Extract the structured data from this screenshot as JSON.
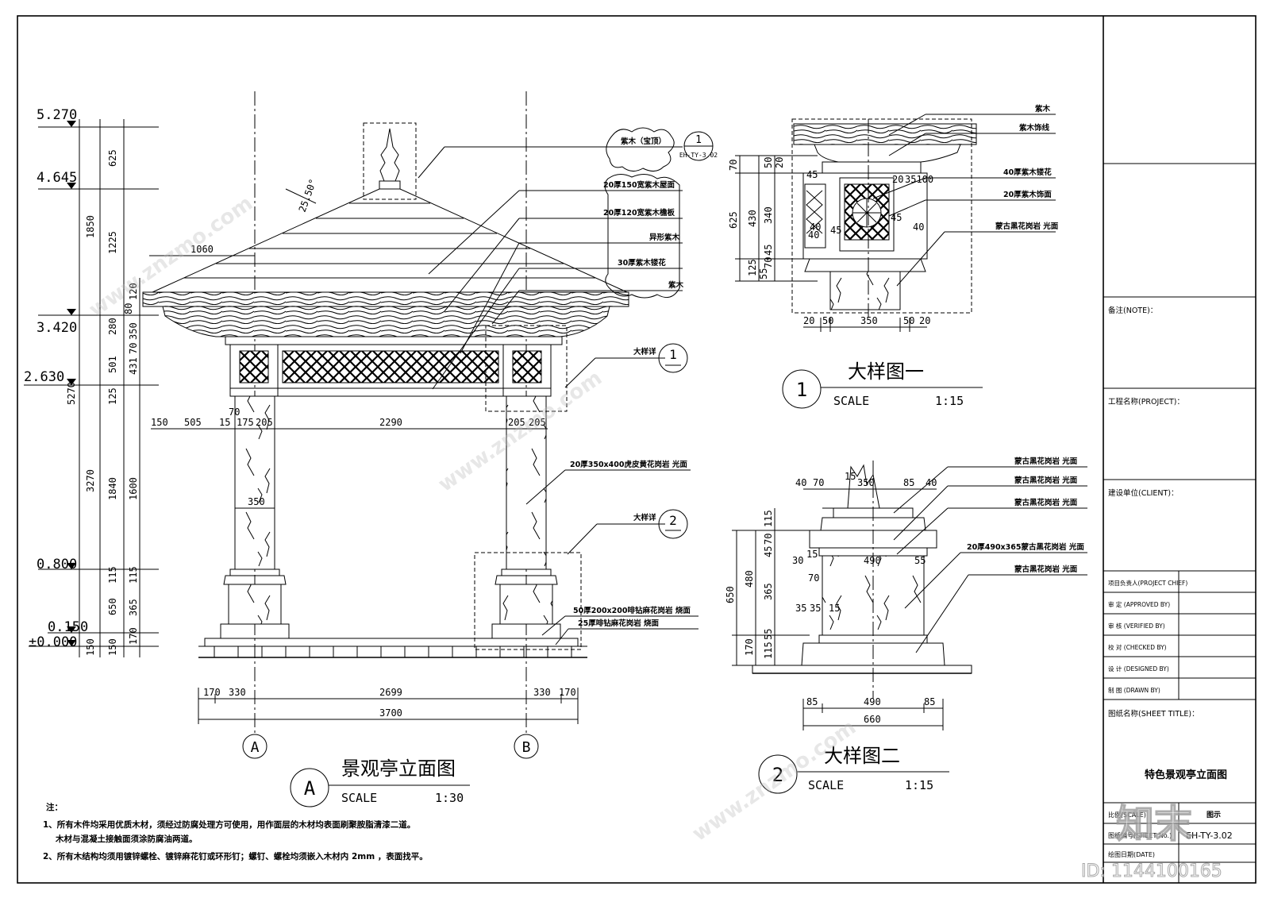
{
  "elevation": {
    "caption": "景观亭立面图",
    "marker": "A",
    "scale_label": "SCALE",
    "scale": "1:30",
    "levels": [
      "5.270",
      "4.645",
      "3.420",
      "2.630",
      "0.800",
      "0.150",
      "±0.000"
    ],
    "vert_outer": [
      "1850",
      "5270",
      "3270",
      "150"
    ],
    "vert_inner": [
      "625",
      "1225",
      "120",
      "80",
      "280",
      "501",
      "125",
      "1840",
      "115",
      "650",
      "150"
    ],
    "vert_inner2": [
      "350",
      "70",
      "431",
      "1600",
      "115",
      "365",
      "170"
    ],
    "roof_angle": "25.50°",
    "eave_dim": "1060",
    "top_dims": [
      "150",
      "505",
      "15",
      "70",
      "175",
      "205",
      "2290",
      "205",
      "205"
    ],
    "col_dim": "350",
    "bottom_dims": [
      "170",
      "330",
      "2699",
      "330",
      "170"
    ],
    "total_dim": "3700",
    "axes": [
      "A",
      "B"
    ],
    "callouts": [
      "紫木（宝顶）",
      "20厚150宽紫木屋面",
      "20厚120宽紫木檐板",
      "异形紫木",
      "30厚紫木镂花",
      "紫木",
      "大样详",
      "20厚350x400虎皮黄花岗岩 光面",
      "大样详",
      "50厚200x200啡钻麻花岗岩 烧面",
      "25厚啡钻麻花岗岩 烧面"
    ],
    "callout_refs": [
      {
        "num": "1",
        "sheet": "EH-TY-3.02"
      },
      {
        "num": "1",
        "sheet": ""
      },
      {
        "num": "2",
        "sheet": ""
      }
    ]
  },
  "detail1": {
    "caption": "大样图一",
    "marker": "1",
    "scale_label": "SCALE",
    "scale": "1:15",
    "dims_left": [
      "70",
      "625",
      "430",
      "125"
    ],
    "dims_left2": [
      "50",
      "20",
      "340",
      "45",
      "55",
      "70"
    ],
    "inner_dims": [
      "45",
      "40",
      "45",
      "20",
      "35100",
      "45",
      "40",
      "40"
    ],
    "bottom_dims": [
      "20",
      "50",
      "350",
      "50",
      "20"
    ],
    "callouts": [
      "紫木",
      "紫木饰线",
      "40厚紫木镂花",
      "20厚紫木饰面",
      "蒙古黑花岗岩 光面"
    ]
  },
  "detail2": {
    "caption": "大样图二",
    "marker": "2",
    "scale_label": "SCALE",
    "scale": "1:15",
    "top_dims": [
      "15",
      "40",
      "70",
      "350",
      "85",
      "40"
    ],
    "dims_left": [
      "650",
      "480",
      "170"
    ],
    "dims_left2": [
      "115",
      "70",
      "45",
      "365",
      "55",
      "115"
    ],
    "inner_dims": [
      "30",
      "490",
      "55",
      "15",
      "70",
      "35",
      "35",
      "15"
    ],
    "bottom_dims": [
      "85",
      "490",
      "85"
    ],
    "total_dim": "660",
    "callouts": [
      "蒙古黑花岗岩 光面",
      "蒙古黑花岗岩 光面",
      "蒙古黑花岗岩 光面",
      "20厚490x365蒙古黑花岗岩 光面",
      "蒙古黑花岗岩 光面"
    ]
  },
  "notes": {
    "heading": "注：",
    "lines": [
      "1、所有木件均采用优质木材，须经过防腐处理方可使用，用作面层的木材均表面刷聚胺脂清漆二道。",
      "木材与混凝土接触面须涂防腐油两道。",
      "2、所有木结构均须用镀锌螺栓、镀锌麻花钉或环形钉；螺钉、螺栓均须嵌入木材内 2mm ，表面找平。"
    ]
  },
  "title_block": {
    "note": "备注(NOTE)：",
    "project": "工程名称(PROJECT)：",
    "client": "建设单位(CLIENT)：",
    "people": [
      "项目负责人(PROJECT CHIEF)",
      "审 定 (APPROVED BY)",
      "审 核 (VERIFIED BY)",
      "校 对 (CHECKED BY)",
      "设 计 (DESIGNED BY)",
      "制 图 (DRAWN BY)"
    ],
    "sheet_title_label": "图纸名称(SHEET TITLE)：",
    "sheet_title": "特色景观亭立面图",
    "scale_row_label": "比例(SCALE)",
    "scale_row_value": "图示",
    "sheet_no_label": "图纸编号(SHEET No.)",
    "sheet_no": "EH-TY-3.02",
    "date_label": "绘图日期(DATE)"
  },
  "watermark": {
    "logo": "知末",
    "id": "ID: 1144100165",
    "site": "www.znzmo.com"
  }
}
